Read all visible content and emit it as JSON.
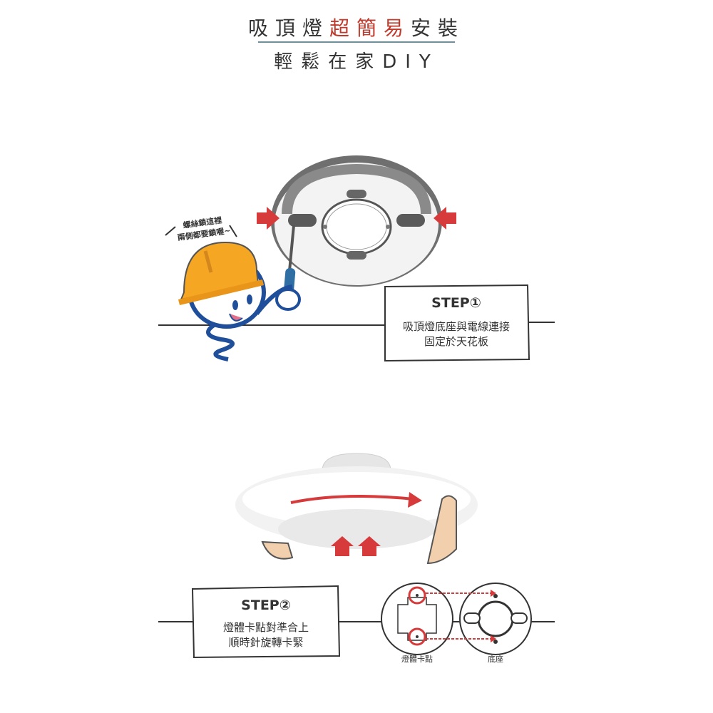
{
  "header": {
    "title_part1": "吸頂燈",
    "title_accent": "超簡易",
    "title_part2": "安裝",
    "subtitle": "輕鬆在家DIY"
  },
  "step1": {
    "label": "STEP①",
    "line1": "吸頂燈底座與電線連接",
    "line2": "固定於天花板",
    "callout_line1": "螺絲鎖這裡",
    "callout_line2": "兩側都要鎖喔~"
  },
  "step2": {
    "label": "STEP②",
    "line1": "燈體卡點對準合上",
    "line2": "順時針旋轉卡緊",
    "diagram_left_label": "燈體卡點",
    "diagram_right_label": "底座"
  },
  "colors": {
    "accent_red": "#d63a3a",
    "rule_teal": "#6f8f9a",
    "helmet_yellow": "#f5a623",
    "mascot_blue": "#1f4e9b"
  }
}
